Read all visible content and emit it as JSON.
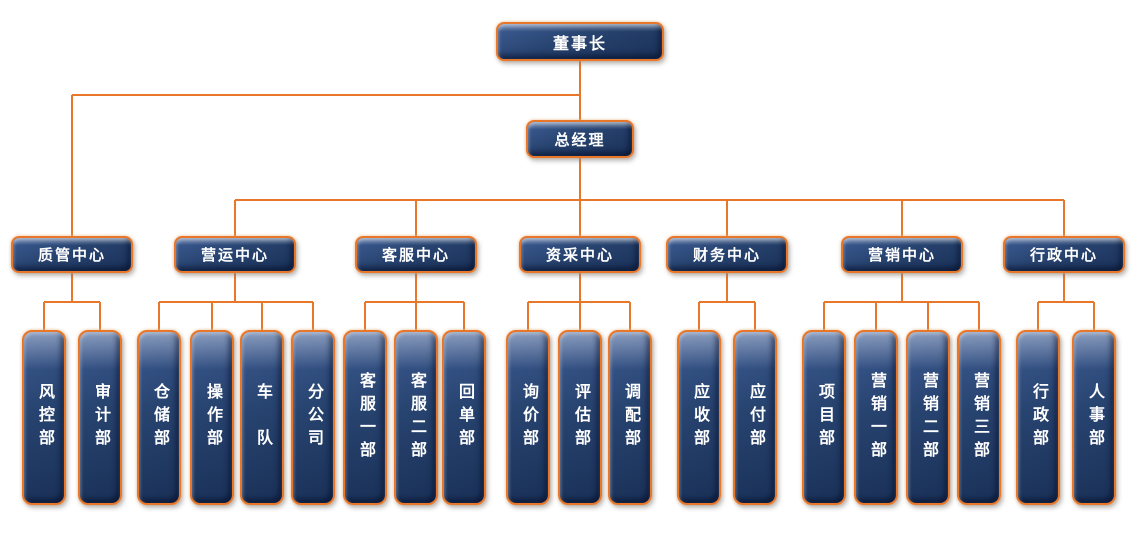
{
  "org": {
    "chairman": {
      "label": "董事长"
    },
    "general_manager": {
      "label": "总经理"
    },
    "centers": [
      {
        "label": "质管中心",
        "departments": [
          {
            "label": "风控部"
          },
          {
            "label": "审计部"
          }
        ]
      },
      {
        "label": "营运中心",
        "departments": [
          {
            "label": "仓储部"
          },
          {
            "label": "操作部"
          },
          {
            "label": "车　队"
          },
          {
            "label": "分公司"
          }
        ]
      },
      {
        "label": "客服中心",
        "departments": [
          {
            "label": "客服一部"
          },
          {
            "label": "客服二部"
          },
          {
            "label": "回单部"
          }
        ]
      },
      {
        "label": "资采中心",
        "departments": [
          {
            "label": "询价部"
          },
          {
            "label": "评估部"
          },
          {
            "label": "调配部"
          }
        ]
      },
      {
        "label": "财务中心",
        "departments": [
          {
            "label": "应收部"
          },
          {
            "label": "应付部"
          }
        ]
      },
      {
        "label": "营销中心",
        "departments": [
          {
            "label": "项目部"
          },
          {
            "label": "营销一部"
          },
          {
            "label": "营销二部"
          },
          {
            "label": "营销三部"
          }
        ]
      },
      {
        "label": "行政中心",
        "departments": [
          {
            "label": "行政部"
          },
          {
            "label": "人事部"
          }
        ]
      }
    ]
  },
  "colors": {
    "box_fill": "#1f3a66",
    "box_border": "#e8772a",
    "connector": "#e8772a",
    "text": "#ffffff",
    "background": "#ffffff"
  }
}
